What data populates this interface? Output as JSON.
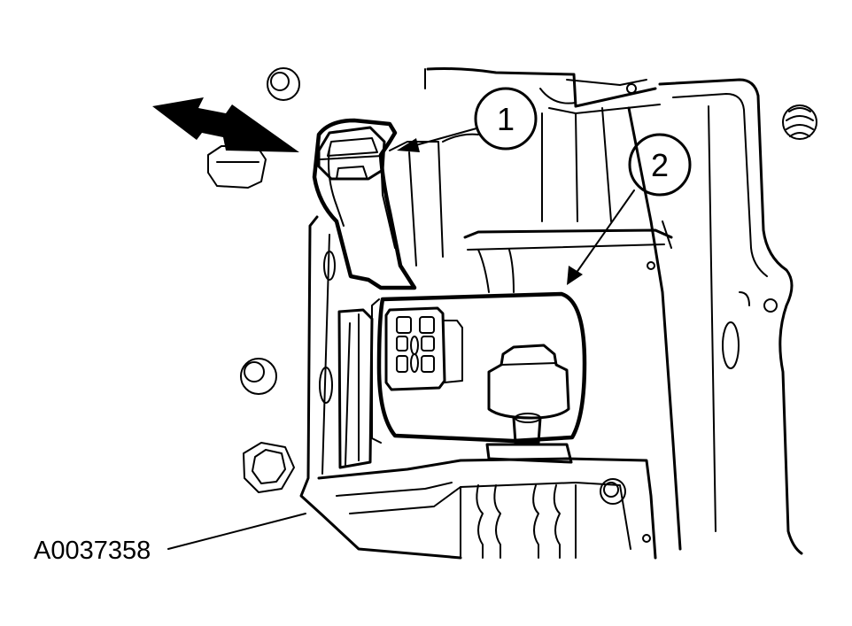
{
  "figure": {
    "id_label": "A0037358",
    "callouts": [
      {
        "number": "1"
      },
      {
        "number": "2"
      }
    ]
  }
}
